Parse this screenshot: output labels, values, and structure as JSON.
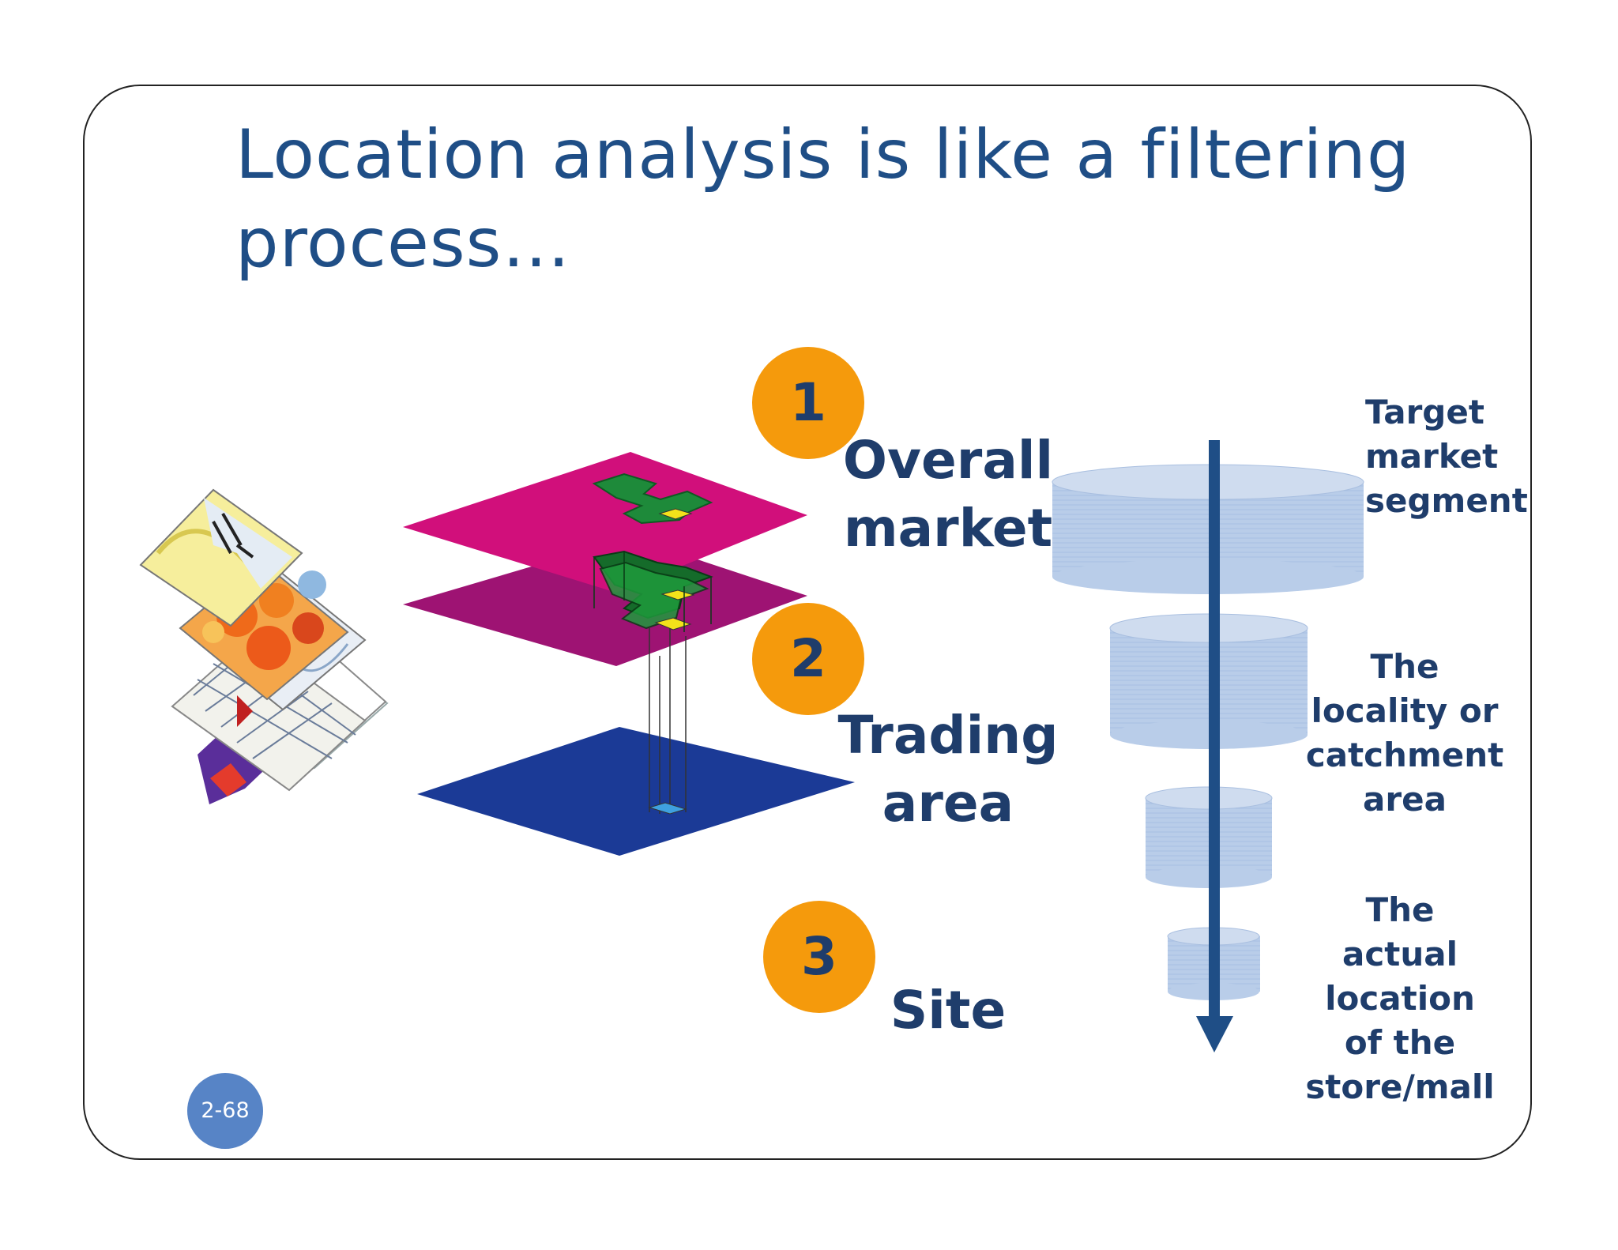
{
  "slide": {
    "title": "Location analysis is like a filtering process…",
    "number": "2-68"
  },
  "steps": [
    {
      "number": "1",
      "label_lines": [
        "Overall",
        "market"
      ]
    },
    {
      "number": "2",
      "label_lines": [
        "Trading",
        "area"
      ]
    },
    {
      "number": "3",
      "label_lines": [
        "Site"
      ]
    }
  ],
  "funnel_labels": [
    {
      "lines": [
        "Target",
        "market",
        "segment"
      ]
    },
    {
      "lines": [
        "The",
        "locality or",
        "catchment",
        "area"
      ]
    },
    {
      "lines": [
        "The",
        "actual",
        "location",
        "of the",
        "store/mall"
      ]
    }
  ],
  "colors": {
    "title": "#1f4e86",
    "label": "#1f3d6b",
    "badge": "#f59a0c",
    "arrow": "#1f4e86",
    "cylinder": "#b8cce8",
    "slide_number_bg": "#5784c6"
  },
  "icons": [
    "map-layers-icon",
    "gis-layer-stack-icon",
    "funnel-cylinders-icon",
    "down-arrow-icon"
  ]
}
